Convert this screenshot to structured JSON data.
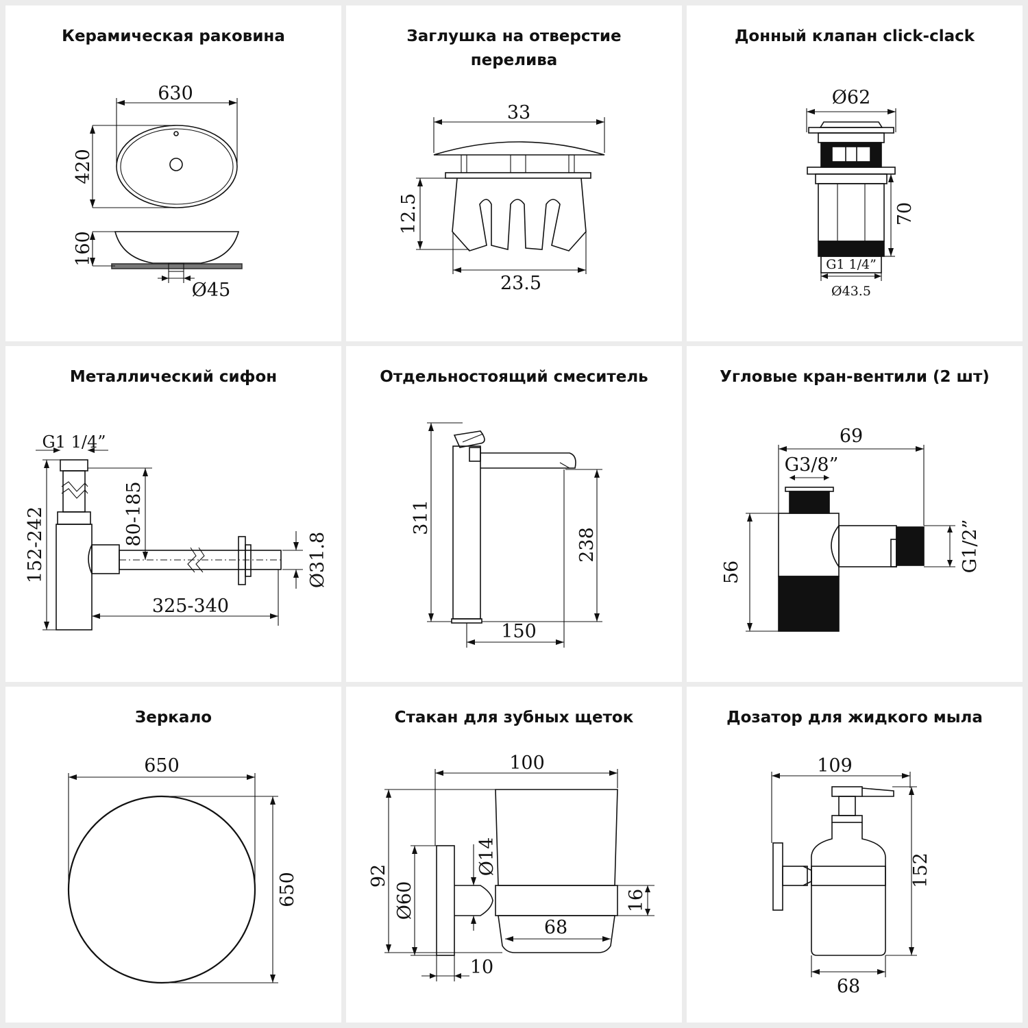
{
  "panels": [
    {
      "title": "Керамическая раковина",
      "dims": {
        "width": "630",
        "depth": "420",
        "height": "160",
        "drain": "Ø45"
      }
    },
    {
      "title": "Заглушка на отверстие перелива",
      "dims": {
        "top": "33",
        "height": "12.5",
        "bottom": "23.5"
      }
    },
    {
      "title": "Донный клапан click-clack",
      "dims": {
        "cap": "Ø62",
        "height": "70",
        "thread": "G1 1/4”",
        "outer": "Ø43.5"
      }
    },
    {
      "title": "Металлический сифон",
      "dims": {
        "thread": "G1 1/4”",
        "height": "152-242",
        "drop": "80-185",
        "pipe": "Ø31.8",
        "length": "325-340"
      }
    },
    {
      "title": "Отдельностоящий смеситель",
      "dims": {
        "total_height": "311",
        "spout_height": "238",
        "reach": "150"
      }
    },
    {
      "title": "Угловые кран-вентили (2 шт)",
      "dims": {
        "length": "69",
        "inlet": "G3/8”",
        "height": "56",
        "outlet": "G1/2”"
      }
    },
    {
      "title": "Зеркало",
      "dims": {
        "width": "650",
        "height": "650"
      }
    },
    {
      "title": "Стакан для зубных щеток",
      "dims": {
        "width": "100",
        "height": "92",
        "base": "Ø60",
        "rod": "Ø14",
        "ring": "16",
        "glass": "68",
        "plate": "10"
      }
    },
    {
      "title": "Дозатор для жидкого мыла",
      "dims": {
        "width": "109",
        "height": "152",
        "body": "68"
      }
    }
  ]
}
